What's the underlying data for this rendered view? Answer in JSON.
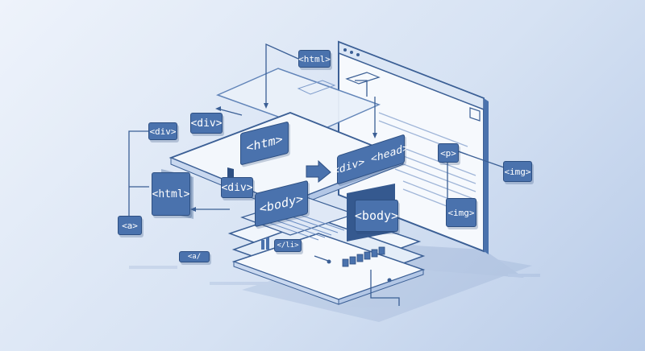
{
  "colors": {
    "primary": "#4a72ad",
    "dark": "#2d4f82",
    "panel": "#eef3fb",
    "line": "#3b5f95"
  },
  "icons": [
    "arrow-right-icon"
  ],
  "tags": {
    "html_top": "<html>",
    "div_left": "<div>",
    "div_left2": "<div>",
    "htm_center": "<htm>",
    "html_left": "<html>",
    "a_left": "<a>",
    "div_mid": "<div>",
    "body_mid": "<body>",
    "div_head": "<div> <head>",
    "p_right": "<p>",
    "img_right": "<img>",
    "img_mid": "<img>",
    "body_right": "<body>",
    "li_small": "</li>",
    "a_small": "<a/"
  }
}
